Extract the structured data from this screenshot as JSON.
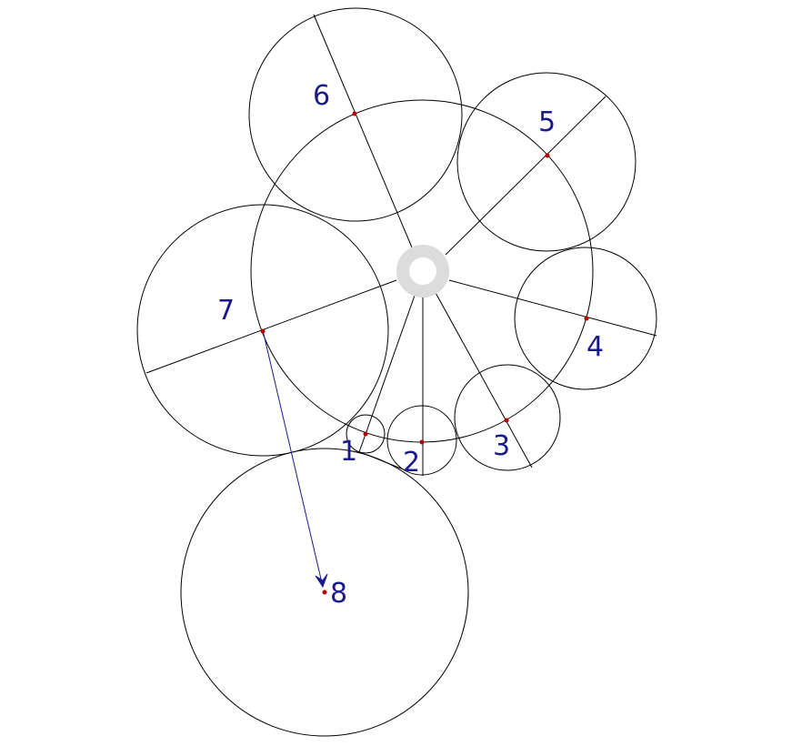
{
  "diagram": {
    "colors": {
      "stroke": "#000000",
      "center_ring": "#dcdcdc",
      "center_dot": "#b00000",
      "label": "#1a1a8c",
      "arrow": "#1a1a8c"
    },
    "labels": {
      "c1": "1",
      "c2": "2",
      "c3": "3",
      "c4": "4",
      "c5": "5",
      "c6": "6",
      "c7": "7",
      "c8": "8"
    }
  }
}
